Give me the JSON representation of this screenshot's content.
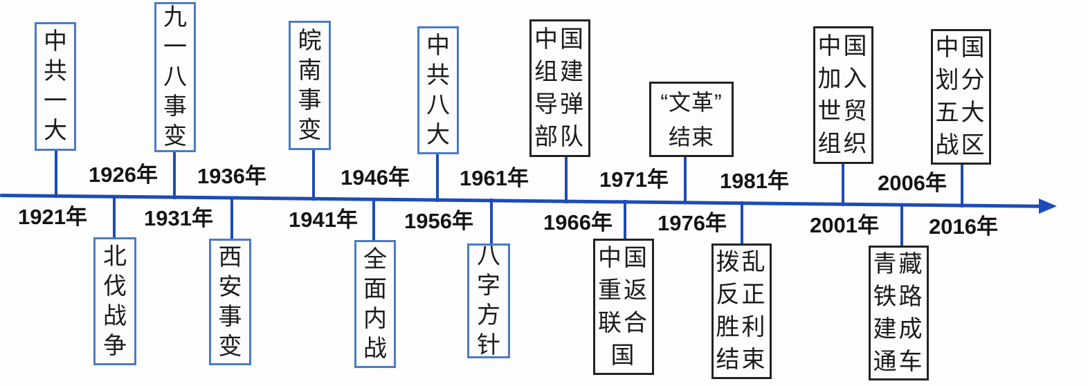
{
  "timeline": {
    "direction": "left-to-right",
    "axis_color": "#1d4cb8",
    "box_border_blue": "#4a7ac8",
    "box_border_black": "#222222",
    "events": [
      {
        "year": "1921年",
        "text": "中共一大",
        "lines": [
          "中",
          "共",
          "一",
          "大"
        ],
        "box_side": "above",
        "border": "blue"
      },
      {
        "year": "1926年",
        "text": "北伐战争",
        "lines": [
          "北",
          "伐",
          "战",
          "争"
        ],
        "box_side": "below",
        "border": "blue"
      },
      {
        "year": "1931年",
        "text": "九一八事变",
        "lines": [
          "九",
          "一",
          "八",
          "事",
          "变"
        ],
        "box_side": "above",
        "border": "blue"
      },
      {
        "year": "1936年",
        "text": "西安事变",
        "lines": [
          "西",
          "安",
          "事",
          "变"
        ],
        "box_side": "below",
        "border": "blue"
      },
      {
        "year": "1941年",
        "text": "皖南事变",
        "lines": [
          "皖",
          "南",
          "事",
          "变"
        ],
        "box_side": "above",
        "border": "blue"
      },
      {
        "year": "1946年",
        "text": "全面内战",
        "lines": [
          "全",
          "面",
          "内",
          "战"
        ],
        "box_side": "below",
        "border": "blue"
      },
      {
        "year": "1956年",
        "text": "中共八大",
        "lines": [
          "中",
          "共",
          "八",
          "大"
        ],
        "box_side": "above",
        "border": "blue"
      },
      {
        "year": "1961年",
        "text": "八字方针",
        "lines": [
          "八",
          "字",
          "方",
          "针"
        ],
        "box_side": "below",
        "border": "blue"
      },
      {
        "year": "1966年",
        "text": "中国组建导弹部队",
        "lines": [
          "中国",
          "组建",
          "导弹",
          "部队"
        ],
        "box_side": "above",
        "border": "black"
      },
      {
        "year": "1971年",
        "text": "中国重返联合国",
        "lines": [
          "中国",
          "重返",
          "联合",
          "国"
        ],
        "box_side": "below",
        "border": "black"
      },
      {
        "year": "1976年",
        "text": "“文革”结束",
        "lines": [
          "“文革”",
          "结束"
        ],
        "box_side": "above",
        "border": "black"
      },
      {
        "year": "1981年",
        "text": "拨乱反正胜利结束",
        "lines": [
          "拨乱",
          "反正",
          "胜利",
          "结束"
        ],
        "box_side": "below",
        "border": "black"
      },
      {
        "year": "2001年",
        "text": "中国加入世贸组织",
        "lines": [
          "中国",
          "加入",
          "世贸",
          "组织"
        ],
        "box_side": "above",
        "border": "black"
      },
      {
        "year": "2006年",
        "text": "青藏铁路建成通车",
        "lines": [
          "青藏",
          "铁路",
          "建成",
          "通车"
        ],
        "box_side": "below",
        "border": "black"
      },
      {
        "year": "2016年",
        "text": "中国划分五大战区",
        "lines": [
          "中国",
          "划分",
          "五大",
          "战区"
        ],
        "box_side": "above",
        "border": "black"
      }
    ]
  }
}
